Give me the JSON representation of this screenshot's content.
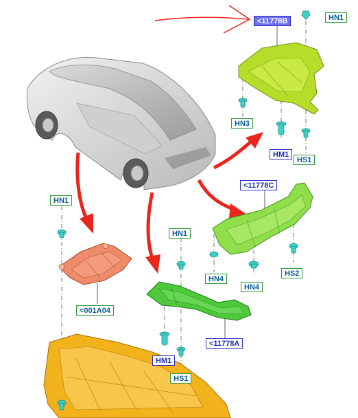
{
  "diagram": {
    "callouts": {
      "top_part": "<11778B",
      "top_hn1": "HN1",
      "top_hn3": "HN3",
      "top_hm1": "HM1",
      "top_hs1": "HS1",
      "right_part": "<11778C",
      "right_hn4_a": "HN4",
      "right_hn4_b": "HN4",
      "right_hs2": "HS2",
      "left_hn1": "HN1",
      "left_part": "<001A04",
      "middle_hn1": "HN1",
      "middle_part": "<11778A",
      "middle_hm1": "HM1",
      "middle_hs1": "HS1"
    },
    "colors": {
      "arrow": "#e8261c",
      "shield_yellow_green": "#b6dd2a",
      "shield_light_green": "#8fde4a",
      "shield_green": "#4ec93a",
      "shield_salmon": "#ef8a6a",
      "shield_orange": "#f2b21c",
      "fastener": "#3fd1c8",
      "callout_green": "#2e9a3a",
      "callout_blue": "#2d2dc8"
    }
  }
}
